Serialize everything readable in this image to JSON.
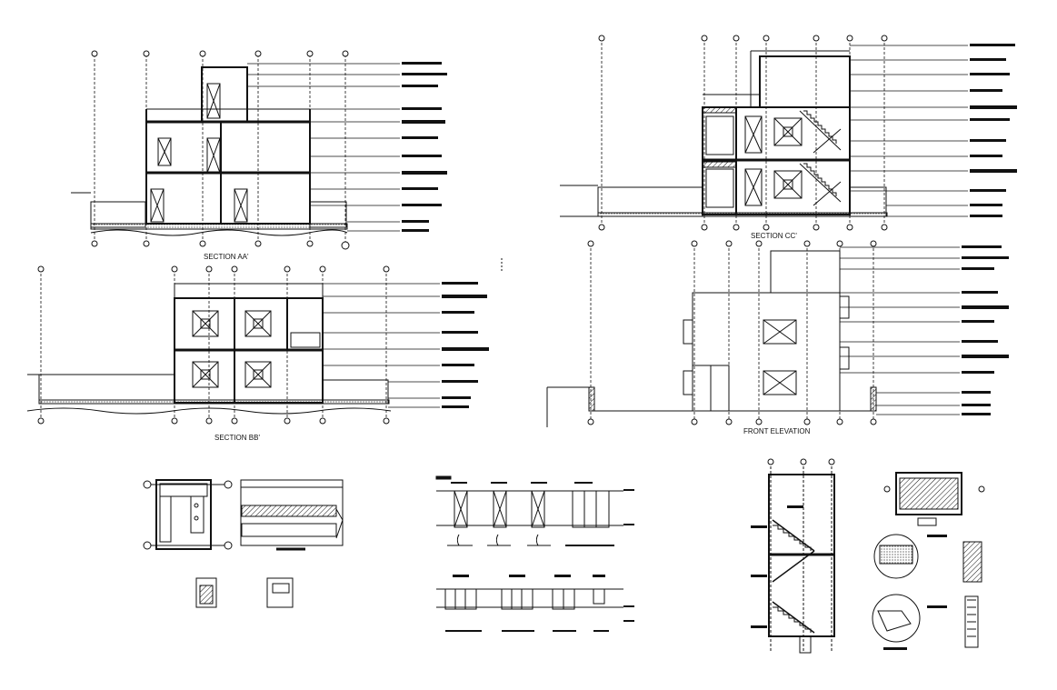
{
  "sheet": {
    "background": "#ffffff",
    "line_color": "#111111",
    "labels": {
      "section_aa": "SECTION AA'",
      "section_bb": "SECTION BB'",
      "section_cc": "SECTION CC'",
      "front_elevation": "FRONT ELEVATION"
    }
  },
  "icons": {
    "grid_bubble": "grid-bubble-icon",
    "callout_bar": "callout-tag-icon",
    "stair": "stair-icon",
    "door": "door-icon",
    "window": "window-icon"
  }
}
